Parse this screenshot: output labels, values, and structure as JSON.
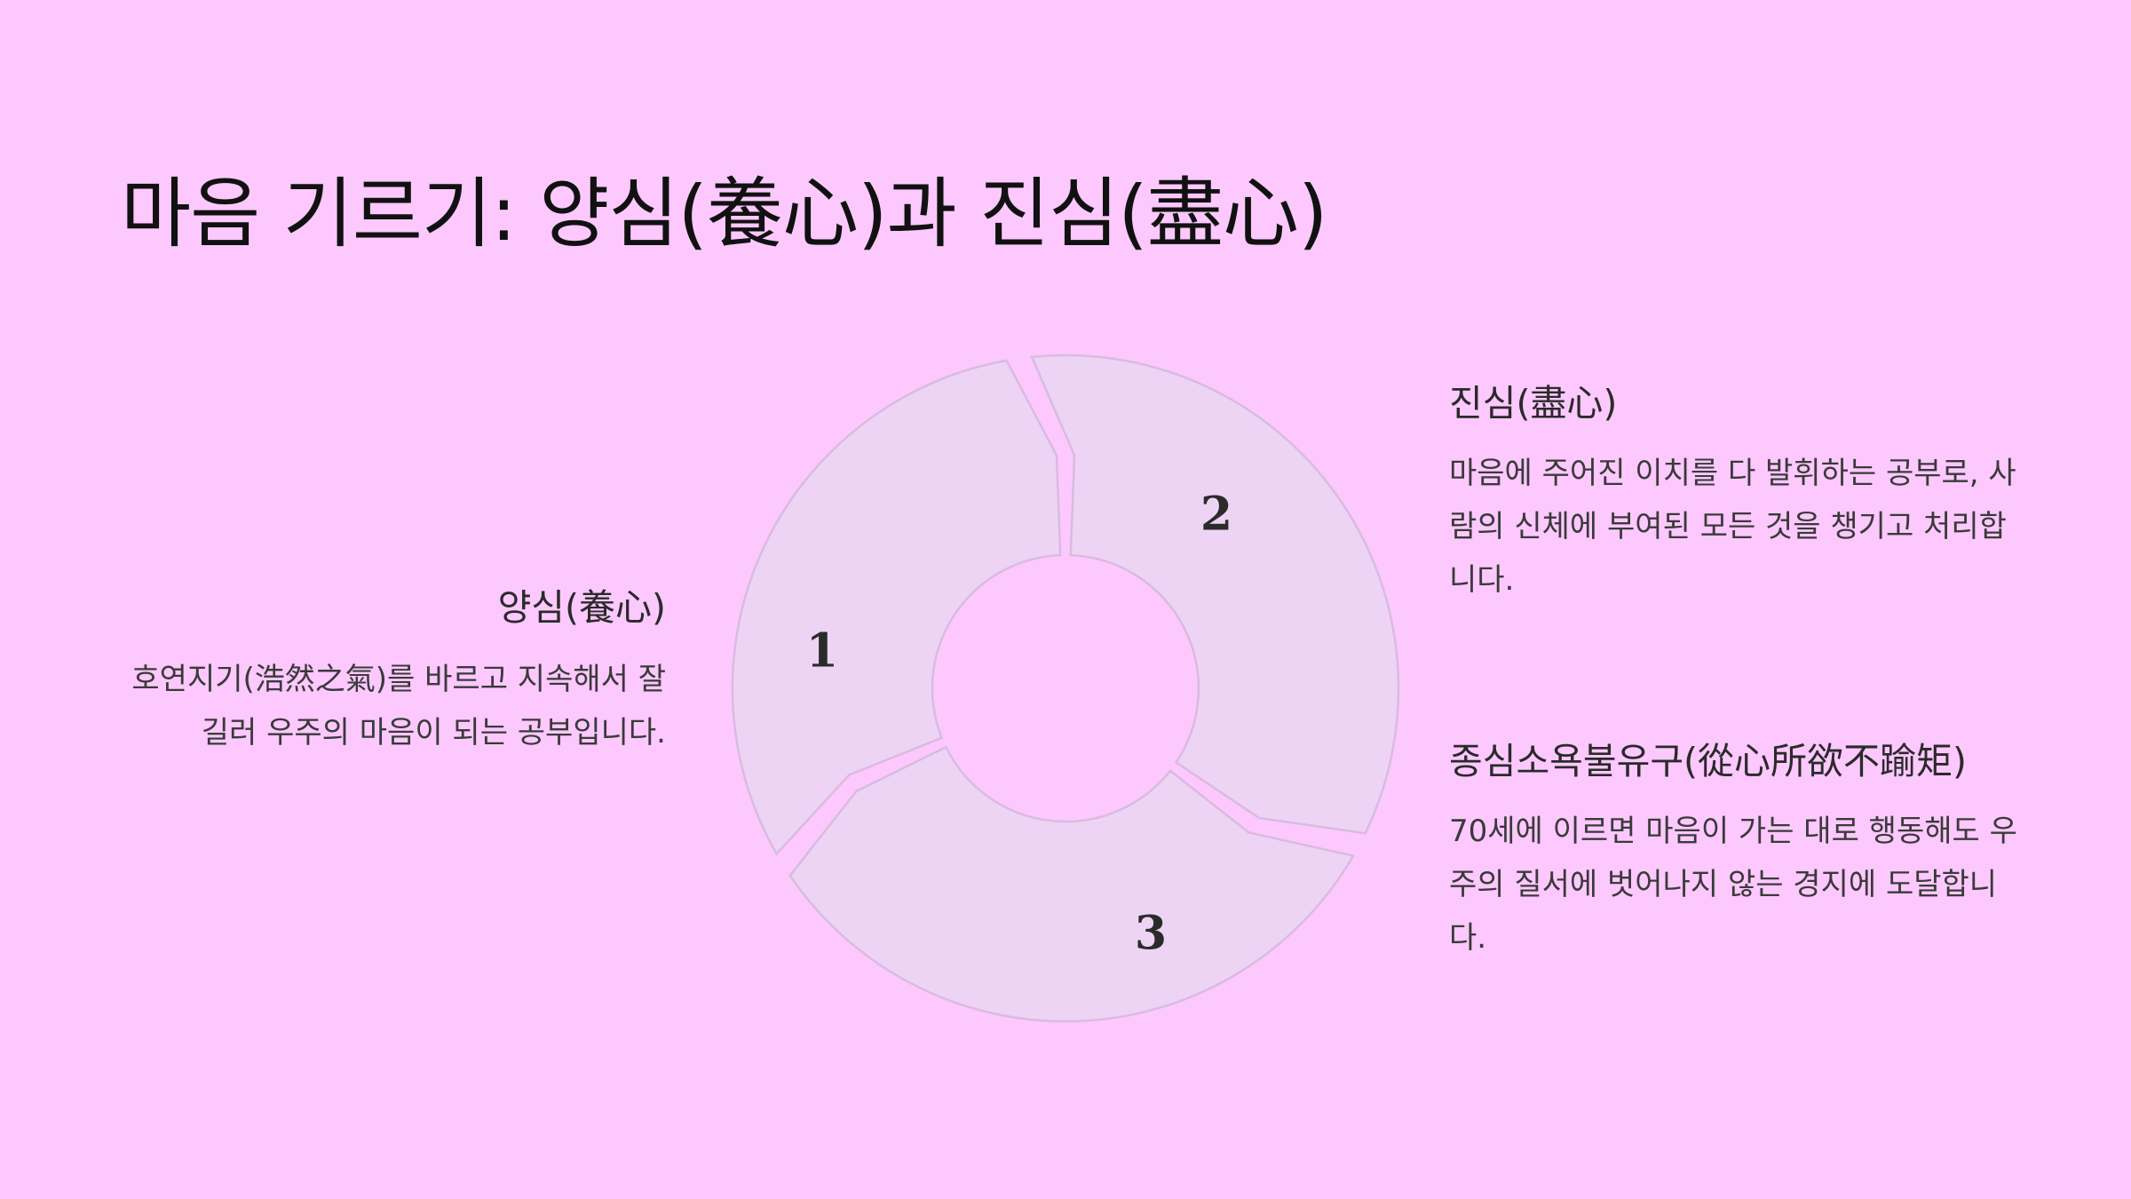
{
  "title": "마음 기르기: 양심(養心)과 진심(盡心)",
  "cycle": {
    "segments": [
      {
        "number": "1"
      },
      {
        "number": "2"
      },
      {
        "number": "3"
      }
    ]
  },
  "stages": [
    {
      "heading": "양심(養心)",
      "text": "호연지기(浩然之氣)를 바르고 지속해서 잘 길러 우주의 마음이 되는 공부입니다."
    },
    {
      "heading": "진심(盡心)",
      "text": "마음에 주어진 이치를 다 발휘하는 공부로, 사람의 신체에 부여된 모든 것을 챙기고 처리합니다."
    },
    {
      "heading": "종심소욕불유구(從心所欲不踰矩)",
      "text": "70세에 이르면 마음이 가는 대로 행동해도 우주의 질서에 벗어나지 않는 경지에 도달합니다."
    }
  ],
  "colors": {
    "background": "#fcc8fd",
    "segment_fill": "#edd4f4",
    "segment_stroke": "#d9bbe0",
    "title_text": "#111111"
  }
}
